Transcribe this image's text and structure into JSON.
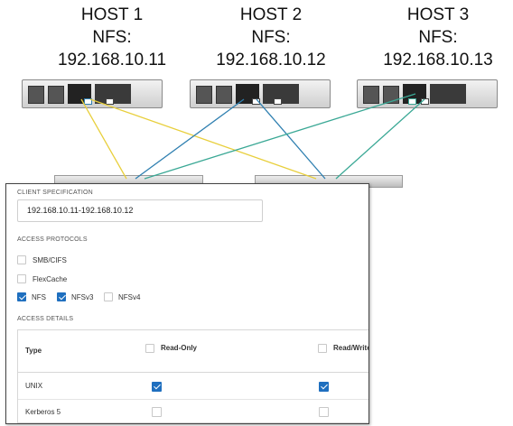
{
  "hosts": [
    {
      "name": "HOST 1",
      "proto": "NFS:",
      "ip": "192.168.10.11"
    },
    {
      "name": "HOST 2",
      "proto": "NFS:",
      "ip": "192.168.10.12"
    },
    {
      "name": "HOST 3",
      "proto": "NFS:",
      "ip": "192.168.10.13"
    }
  ],
  "colors": {
    "cable_yellow": "#e8cf3c",
    "cable_blue": "#2e7fb0",
    "cable_teal": "#3aa895",
    "checkbox_checked": "#1f6fbf"
  },
  "panel": {
    "client_spec_label": "CLIENT SPECIFICATION",
    "client_spec_value": "192.168.10.11-192.168.10.12",
    "access_protocols_label": "ACCESS PROTOCOLS",
    "protocols": {
      "smb": {
        "label": "SMB/CIFS",
        "checked": false
      },
      "flexcache": {
        "label": "FlexCache",
        "checked": false
      },
      "nfs": {
        "label": "NFS",
        "checked": true
      },
      "nfsv3": {
        "label": "NFSv3",
        "checked": true
      },
      "nfsv4": {
        "label": "NFSv4",
        "checked": false
      }
    },
    "access_details_label": "ACCESS DETAILS",
    "table": {
      "col_type": "Type",
      "col_readonly": "Read-Only",
      "col_readwrite": "Read/Write",
      "rows": [
        {
          "type": "UNIX",
          "read_only": true,
          "read_write": true
        },
        {
          "type": "Kerberos 5",
          "read_only": false,
          "read_write": false
        }
      ]
    }
  }
}
